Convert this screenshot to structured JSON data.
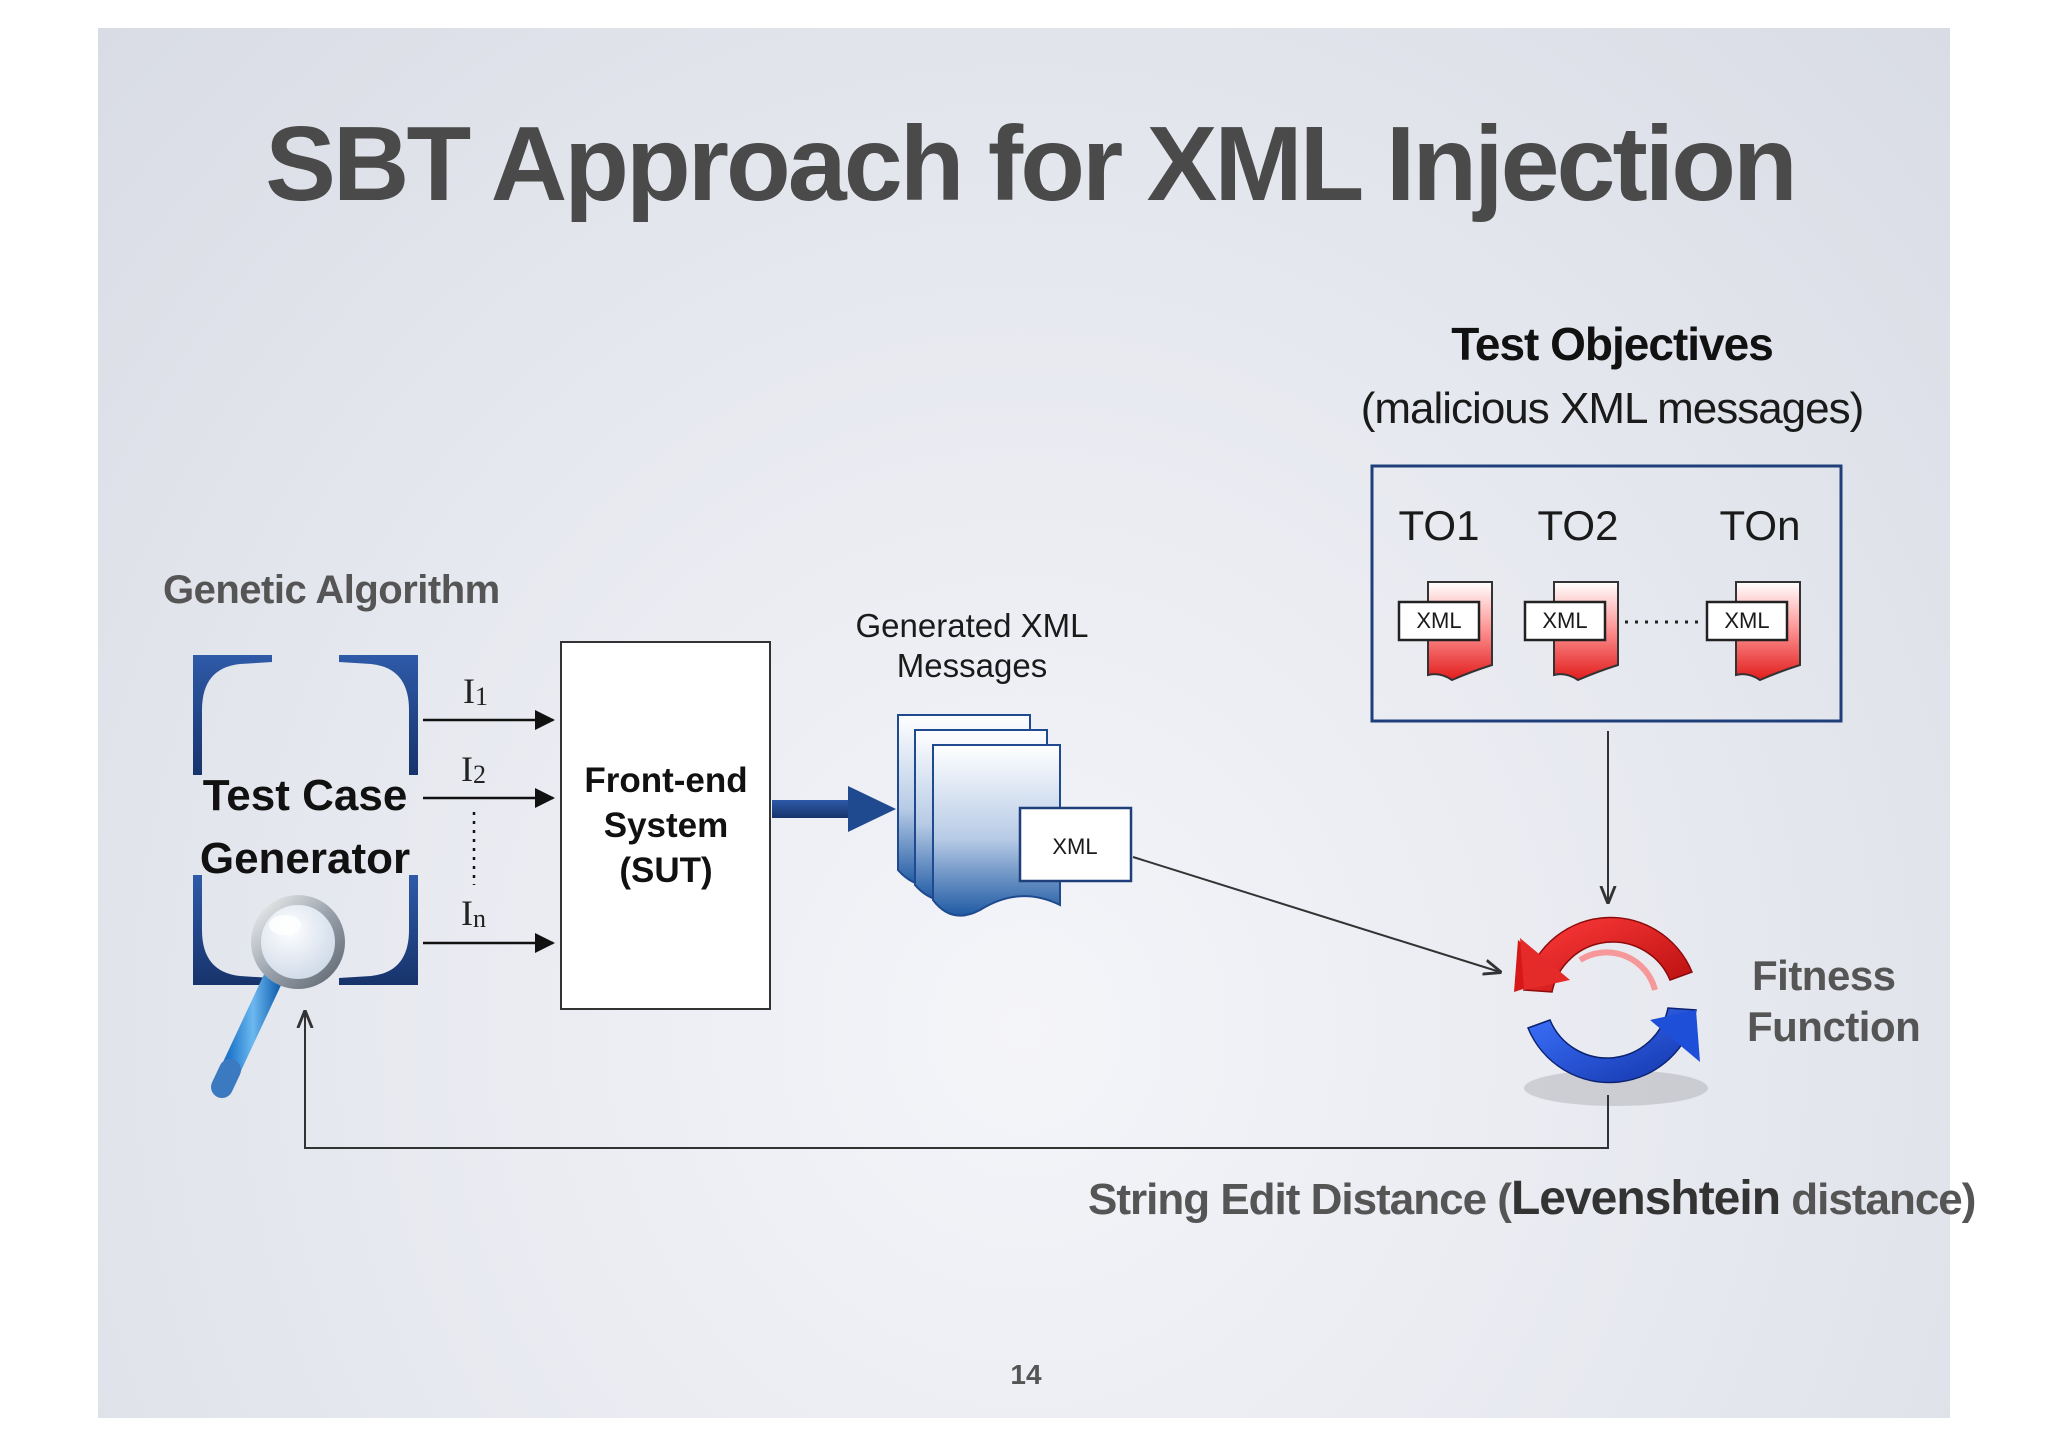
{
  "slide": {
    "title": "SBT Approach for XML Injection",
    "page_number": "14"
  },
  "genetic_algorithm": {
    "label": "Genetic Algorithm",
    "generator_line1": "Test Case",
    "generator_line2": "Generator"
  },
  "inputs": {
    "i1": "I",
    "i1_sub": "1",
    "i2": "I",
    "i2_sub": "2",
    "in": "I",
    "in_sub": "n"
  },
  "sut": {
    "line1": "Front-end",
    "line2": "System",
    "line3": "(SUT)"
  },
  "generated": {
    "line1": "Generated XML",
    "line2": "Messages",
    "doc_label": "XML"
  },
  "objectives": {
    "title": "Test Objectives",
    "subtitle": "(malicious XML messages)",
    "items": [
      {
        "label": "TO1",
        "doc": "XML"
      },
      {
        "label": "TO2",
        "doc": "XML"
      },
      {
        "label": "TOn",
        "doc": "XML"
      }
    ]
  },
  "fitness": {
    "line1": "Fitness",
    "line2": "Function"
  },
  "distance": {
    "part1": "String Edit Distance (",
    "part2": "Levenshtein",
    "part3": " distance)"
  },
  "colors": {
    "navy": "#1f3f7a",
    "red": "#e52a2a",
    "blue": "#1e4fd8"
  }
}
